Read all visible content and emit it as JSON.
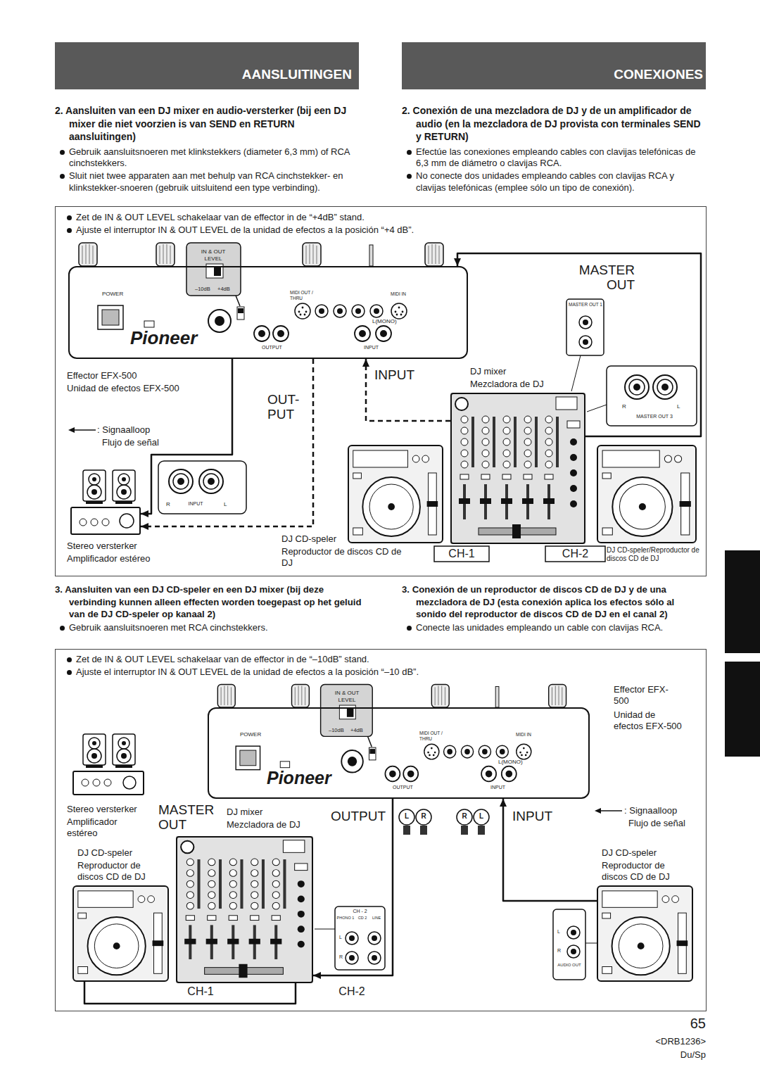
{
  "diagram": {
    "nodes": [
      {
        "text": [
          "Effector EFX-500",
          "Unidad de efectos EFX-500"
        ]
      },
      {
        "text": [
          "DJ mixer",
          "Mezcladora de DJ"
        ]
      },
      {
        "text": [
          "Stereo versterker",
          "Amplificador estéreo"
        ]
      },
      {
        "text": [
          "DJ CD-speler",
          "Reproductor de discos CD de DJ"
        ]
      },
      {
        "text": [
          "DJ CD-speler/Reproductor de discos CD de DJ"
        ]
      },
      {
        "text": [
          "Effector EFX-500",
          "Unidad de efectos EFX-500"
        ]
      },
      {
        "text": [
          "Stereo versterker",
          "Amplificador estéreo"
        ]
      },
      {
        "text": [
          "DJ mixer",
          "Mezcladora de DJ"
        ]
      },
      {
        "text": [
          "DJ CD-speler",
          "Reproductor de discos CD de DJ"
        ]
      },
      {
        "text": [
          "DJ CD-speler",
          "Reproductor de discos CD de DJ"
        ]
      }
    ],
    "edges": [
      {
        "from": 1,
        "to": 0,
        "arrow": "to"
      },
      {
        "from": 1,
        "to": 0,
        "arrow": "to"
      },
      {
        "from": 0,
        "to": 2,
        "arrow": "to"
      },
      {
        "from": 0,
        "to": 2,
        "arrow": "to"
      },
      {
        "from": 9,
        "to": 5,
        "arrow": "to"
      },
      {
        "from": 5,
        "to": 7,
        "arrow": "to"
      },
      {
        "from": 8,
        "to": 7,
        "arrow": "none"
      }
    ],
    "labels": [
      "AANSLUITINGEN",
      "CONEXIONES",
      "2. Aansluiten van een DJ mixer en audio-versterker (bij een DJ mixer die niet voorzien is van SEND en RETURN aansluitingen)",
      "Gebruik aansluitsnoeren met klinkstekkers (diameter 6,3 mm) of RCA cinchstekkers.",
      "Sluit niet twee apparaten aan met behulp van RCA cinchstekker- en klinkstekker-snoeren (gebruik uitsluitend een type verbinding).",
      "2. Conexión de una mezcladora de DJ y de un amplificador de audio (en la mezcladora de DJ provista con terminales SEND y RETURN)",
      "Efectúe las conexiones empleando cables con clavijas telefónicas de 6,3 mm de diámetro o clavijas RCA.",
      "No conecte dos unidades empleando cables con clavijas RCA y clavijas telefónicas (emplee sólo un tipo de conexión).",
      "Zet de IN & OUT LEVEL schakelaar van de effector in de “+4dB” stand.",
      "Ajuste el interruptor IN & OUT LEVEL de la unidad de efectos a la posición “+4 dB”.",
      "IN & OUT LEVEL",
      "–10dB",
      "+4dB",
      "POWER",
      "MIDI OUT / THRU",
      "MIDI IN",
      "L(MONO)",
      "OUTPUT",
      "INPUT",
      "Pioneer",
      "MASTER OUT",
      "MASTER OUT 1",
      "INPUT",
      "OUT-PUT",
      "R",
      "L",
      "MASTER OUT 3",
      ": Signaalloop",
      "Flujo de señal",
      "R",
      "INPUT",
      "L",
      "CH-1",
      "CH-2",
      "3. Aansluiten van een DJ CD-speler en een DJ mixer (bij deze verbinding kunnen alleen effecten worden toegepast op het geluid van de DJ CD-speler op kanaal 2)",
      "Gebruik aansluitsnoeren met RCA cinchstekkers.",
      "3. Conexión de un reproductor de discos CD de DJ y de una mezcladora de DJ (esta conexión aplica los efectos sólo al sonido del reproductor de discos CD de DJ en el canal 2)",
      "Conecte las unidades empleando un cable con clavijas RCA.",
      "Zet de IN & OUT LEVEL schakelaar van de effector in de “–10dB” stand.",
      "Ajuste el interruptor IN & OUT LEVEL de la unidad de efectos a la posición “–10 dB”.",
      "IN & OUT LEVEL",
      "–10dB",
      "+4dB",
      "POWER",
      "MIDI OUT / THRU",
      "MIDI IN",
      "L(MONO)",
      "OUTPUT",
      "INPUT",
      "Pioneer",
      "MASTER OUT",
      "OUTPUT",
      "L",
      "R",
      "R",
      "L",
      "INPUT",
      ": Signaalloop",
      "Flujo de señal",
      "CH - 2",
      "PHONO 1",
      "CD 2",
      "LINE",
      "L",
      "R",
      "L",
      "R",
      "AUDIO OUT",
      "CH-1",
      "CH-2",
      "65",
      "<DRB1236>",
      "Du/Sp"
    ]
  }
}
